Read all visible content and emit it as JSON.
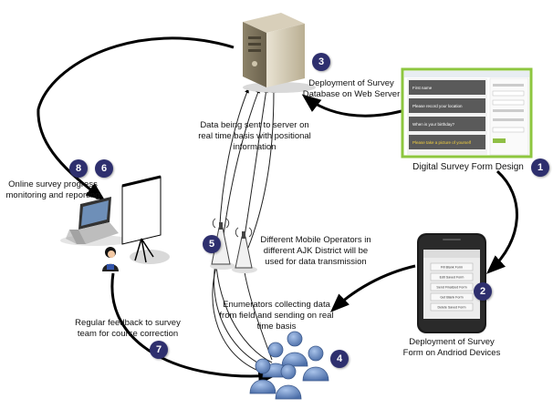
{
  "labels": {
    "deployment_db": "Deployment of Survey Database on Web Server",
    "data_sent": "Data being sent to server on real time basis with positional information",
    "form_design": "Digital Survey Form Design",
    "online_monitoring": "Online survey progress monitoring and reporting",
    "mobile_operators": "Different Mobile Operators in different AJK District will be used for data transmission",
    "enumerators": "Enumerators collecting data from field and sending on real time basis",
    "feedback": "Regular feedback to survey team for course correction",
    "deployment_android": "Deployment of Survey Form on Andriod Devices"
  },
  "badges": [
    "1",
    "2",
    "3",
    "4",
    "5",
    "6",
    "7",
    "8"
  ],
  "form_screen": {
    "items": [
      "First name",
      "Please record your location",
      "When is your birthday?",
      "Please take a picture of yourself"
    ]
  },
  "phone_screen": {
    "buttons": [
      "Fill Blank Form",
      "Edit Saved Form",
      "Send Finalized Form",
      "Get Blank Form",
      "Delete Saved Form"
    ]
  },
  "colors": {
    "badge": "#2e2f6e",
    "form_border": "#8dc63f",
    "figure_blue": "#6f90c6"
  }
}
